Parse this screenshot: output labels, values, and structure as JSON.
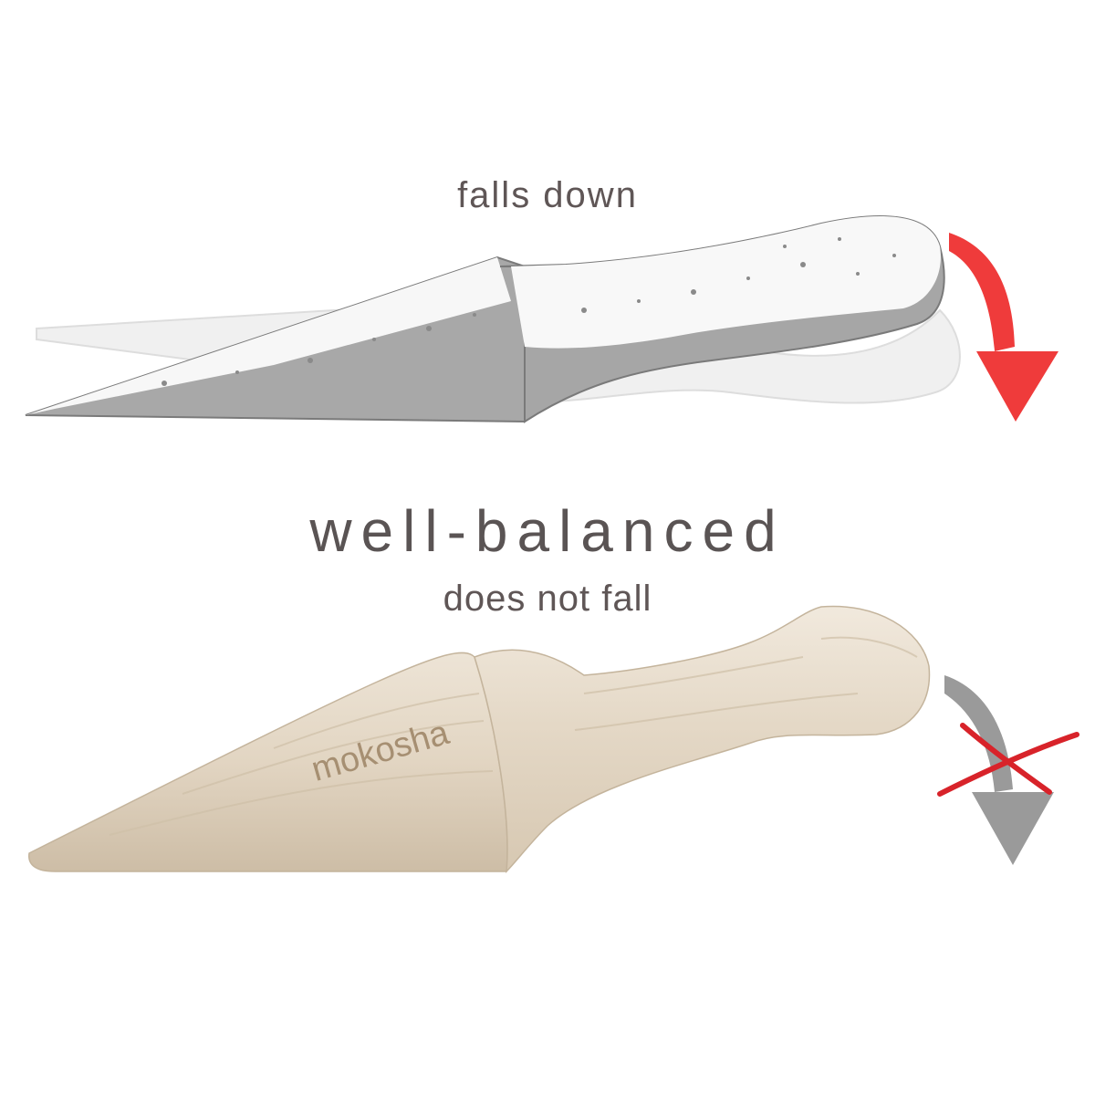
{
  "captions": {
    "top": "falls down",
    "middle": "well-balanced",
    "bottom": "does not fall"
  },
  "engraving": "mokosha",
  "colors": {
    "text": "#5f5656",
    "red_arrow": "#ef3b3b",
    "gray_arrow": "#9a9a9a",
    "cross": "#d8232a",
    "wood": "#e6dccd",
    "tool_outline_gray": "#9c9c9c"
  },
  "icons": {
    "falling_arrow": "curved-down-arrow-icon",
    "balanced_arrow": "curved-down-arrow-icon",
    "cross": "cross-mark-icon"
  }
}
